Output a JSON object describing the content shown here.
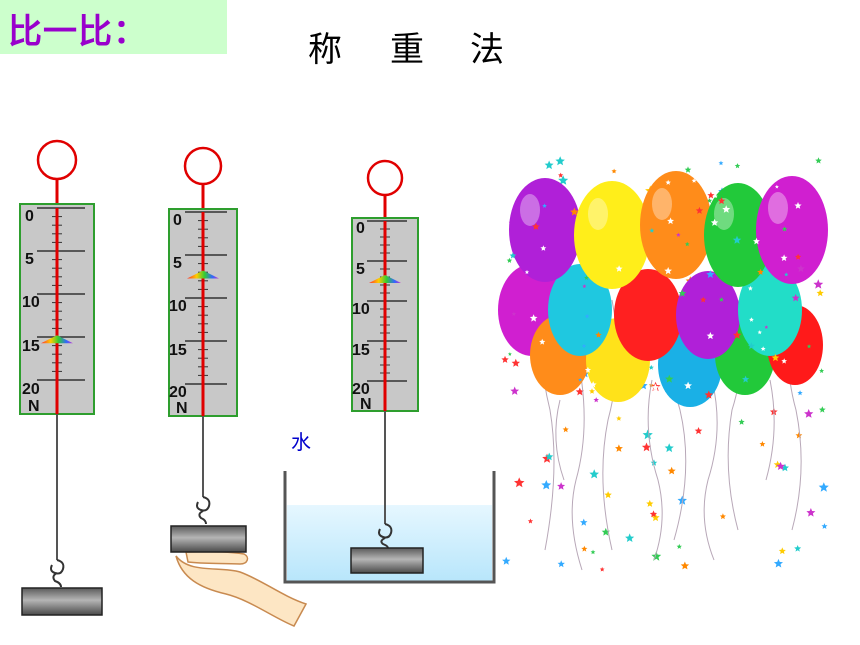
{
  "header": {
    "section_label": "比一比：",
    "title_chars": [
      "称",
      "重",
      "法"
    ]
  },
  "scale": {
    "tick_labels": [
      "0",
      "5",
      "10",
      "15",
      "20"
    ],
    "unit": "N",
    "max": 20
  },
  "spring_scales": [
    {
      "id": "hanging",
      "reading": 15.5
    },
    {
      "id": "hand-supported",
      "reading": 7.5
    },
    {
      "id": "in-water",
      "reading": 7.5
    }
  ],
  "water_label": "水",
  "colors": {
    "frame": "#2e9e2e",
    "scale_bg": "#c8c8c8",
    "needle": "#e00000",
    "water": "#cfeefc",
    "label_bg": "#ccffcc",
    "label_text": "#9900cc",
    "water_text": "#0000cc"
  }
}
